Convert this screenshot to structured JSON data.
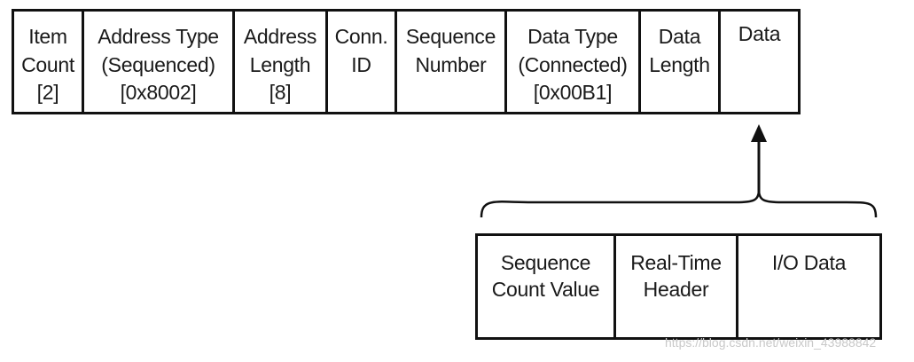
{
  "packet": {
    "fields": [
      {
        "lines": [
          "Item",
          "Count",
          "[2]"
        ]
      },
      {
        "lines": [
          "Address Type",
          "(Sequenced)",
          "[0x8002]"
        ]
      },
      {
        "lines": [
          "Address",
          "Length",
          "[8]"
        ]
      },
      {
        "lines": [
          "Conn.",
          "ID"
        ]
      },
      {
        "lines": [
          "Sequence",
          "Number"
        ]
      },
      {
        "lines": [
          "Data Type",
          "(Connected)",
          "[0x00B1]"
        ]
      },
      {
        "lines": [
          "Data",
          "Length"
        ]
      },
      {
        "lines": [
          "Data"
        ]
      }
    ]
  },
  "data_breakdown": {
    "fields": [
      {
        "lines": [
          "Sequence",
          "Count Value"
        ]
      },
      {
        "lines": [
          "Real-Time",
          "Header"
        ]
      },
      {
        "lines": [
          "I/O Data"
        ]
      }
    ]
  },
  "watermark": "https://blog.csdn.net/weixin_43988842"
}
